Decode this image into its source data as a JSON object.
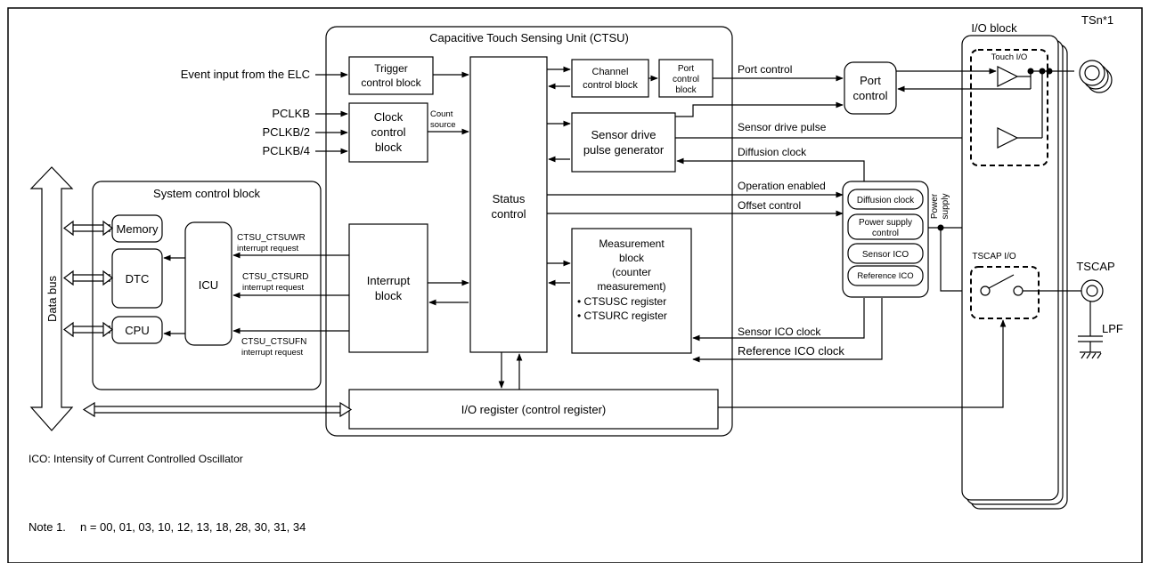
{
  "ctsu": {
    "title": "Capacitive Touch Sensing Unit (CTSU)",
    "trigger_block": [
      "Trigger",
      "control block"
    ],
    "clock_block": [
      "Clock",
      "control",
      "block"
    ],
    "count_source": [
      "Count",
      "source"
    ],
    "channel_block": [
      "Channel",
      "control block"
    ],
    "port_control_block": [
      "Port",
      "control",
      "block"
    ],
    "status_control": [
      "Status",
      "control"
    ],
    "sensor_drive": [
      "Sensor drive",
      "pulse generator"
    ],
    "interrupt_block": [
      "Interrupt",
      "block"
    ],
    "measurement_block": [
      "Measurement",
      "block",
      "(counter",
      "measurement)",
      "• CTSUSC register",
      "• CTSURC register"
    ],
    "io_register": "I/O register (control register)"
  },
  "inputs": {
    "event": "Event input from the ELC",
    "pclkb": "PCLKB",
    "pclkb2": "PCLKB/2",
    "pclkb4": "PCLKB/4"
  },
  "system_block": {
    "title": "System control block",
    "memory": "Memory",
    "dtc": "DTC",
    "cpu": "CPU",
    "icu": "ICU"
  },
  "data_bus": "Data bus",
  "interrupts": {
    "wr": [
      "CTSU_CTSUWR",
      "interrupt request"
    ],
    "rd": [
      "CTSU_CTSURD",
      "interrupt request"
    ],
    "fn": [
      "CTSU_CTSUFN",
      "interrupt request"
    ]
  },
  "signals": {
    "port_control": "Port control",
    "sensor_drive_pulse": "Sensor drive pulse",
    "diffusion_clock": "Diffusion clock",
    "operation_enabled": "Operation enabled",
    "offset_control": "Offset control",
    "sensor_ico_clock": "Sensor ICO clock",
    "reference_ico_clock": "Reference ICO clock",
    "power_supply": [
      "Power",
      "supply"
    ]
  },
  "port_control_box": [
    "Port",
    "control"
  ],
  "analog": {
    "diffusion_clock": "Diffusion clock",
    "power_supply_control": [
      "Power supply",
      "control"
    ],
    "sensor_ico": "Sensor ICO",
    "reference_ico": "Reference ICO"
  },
  "io_block": {
    "title": "I/O block",
    "touch_io": "Touch I/O",
    "tscap_io": "TSCAP I/O"
  },
  "pins": {
    "tsn": "TSn*1",
    "tscap": "TSCAP",
    "lpf": "LPF"
  },
  "notes": {
    "ico": "ICO: Intensity of Current Controlled Oscillator",
    "note1_label": "Note 1.",
    "note1_text": "n = 00, 01, 03, 10, 12, 13, 18, 28, 30, 31, 34"
  }
}
